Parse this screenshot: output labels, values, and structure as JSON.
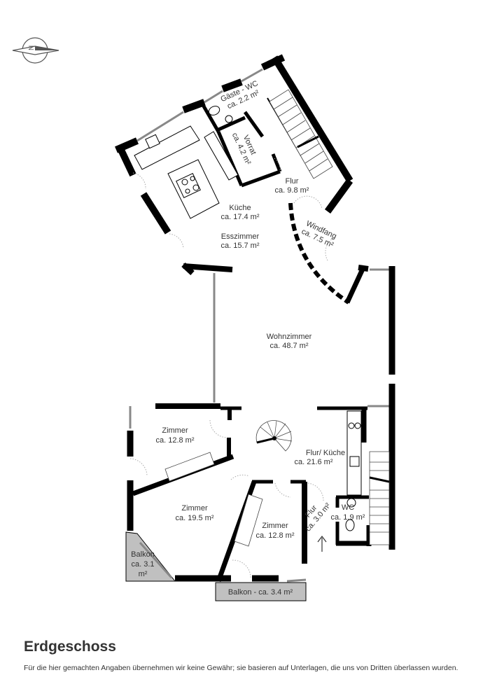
{
  "plan": {
    "title": "Erdgeschoss",
    "disclaimer": "Für die hier gemachten Angaben übernehmen wir keine Gewähr; sie basieren auf Unterlagen, die uns von Dritten überlassen wurden.",
    "compass_label": "N",
    "rooms": [
      {
        "name": "Gäste - WC",
        "area": "ca. 2.2 m²"
      },
      {
        "name": "Vorrat",
        "area": "ca. 4.2 m²"
      },
      {
        "name": "Flur",
        "area": "ca. 9.8 m²"
      },
      {
        "name": "Küche",
        "area": "ca. 17.4 m²"
      },
      {
        "name": "Esszimmer",
        "area": "ca. 15.7 m²"
      },
      {
        "name": "Windfang",
        "area": "ca. 7.5 m²"
      },
      {
        "name": "Wohnzimmer",
        "area": "ca. 48.7 m²"
      },
      {
        "name": "Zimmer",
        "area": "ca. 12.8 m²"
      },
      {
        "name": "Flur/ Küche",
        "area": "ca. 21.6 m²"
      },
      {
        "name": "Zimmer",
        "area": "ca. 19.5 m²"
      },
      {
        "name": "Zimmer",
        "area": "ca. 12.8 m²"
      },
      {
        "name": "Flur",
        "area": "ca. 3.0 m²"
      },
      {
        "name": "WC",
        "area": "ca. 1.9 m²"
      },
      {
        "name": "Balkon",
        "area": "ca. 3.1",
        "area2": "m²"
      },
      {
        "name": "Balkon - ca. 3.4 m²"
      }
    ],
    "colors": {
      "wall": "#000000",
      "balcony": "#c0c0c0",
      "text": "#333333"
    }
  }
}
